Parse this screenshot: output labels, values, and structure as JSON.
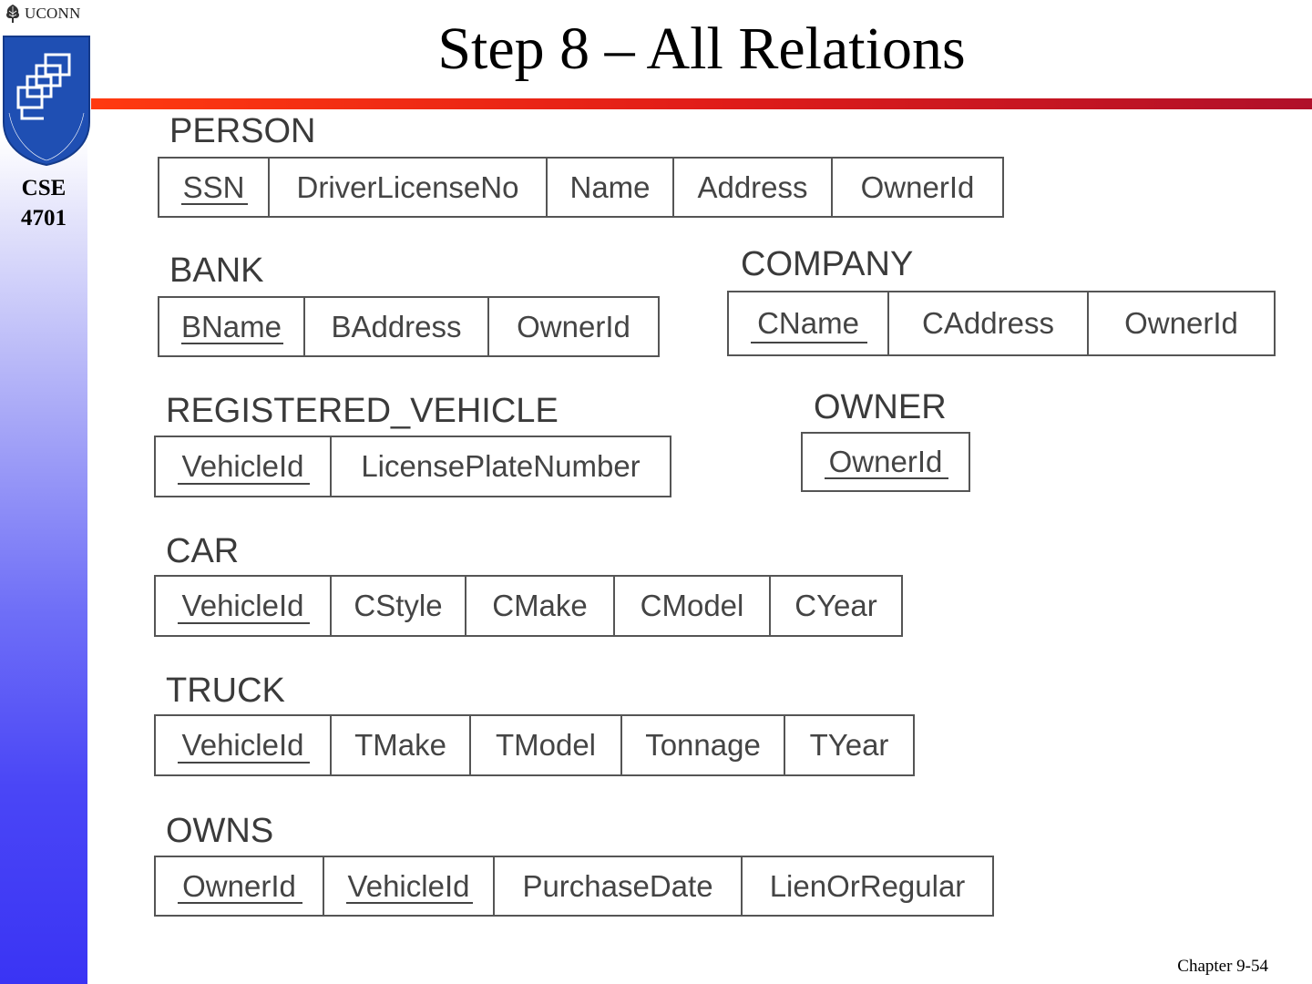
{
  "sidebar": {
    "uconn": "UCONN",
    "course_line1": "CSE",
    "course_line2": "4701"
  },
  "slide": {
    "title": "Step 8 – All Relations",
    "footer": "Chapter 9-54"
  },
  "colors": {
    "title_rule_start": "#ff3a10",
    "title_rule_end": "#b0102a",
    "sidebar_bottom": "#3a34f4"
  },
  "relations": {
    "person": {
      "name": "PERSON",
      "attributes": [
        {
          "label": "SSN",
          "pk": true
        },
        {
          "label": "DriverLicenseNo",
          "pk": false
        },
        {
          "label": "Name",
          "pk": false
        },
        {
          "label": "Address",
          "pk": false
        },
        {
          "label": "OwnerId",
          "pk": false
        }
      ]
    },
    "bank": {
      "name": "BANK",
      "attributes": [
        {
          "label": "BName",
          "pk": true
        },
        {
          "label": "BAddress",
          "pk": false
        },
        {
          "label": "OwnerId",
          "pk": false
        }
      ]
    },
    "company": {
      "name": "COMPANY",
      "attributes": [
        {
          "label": "CName",
          "pk": true
        },
        {
          "label": "CAddress",
          "pk": false
        },
        {
          "label": "OwnerId",
          "pk": false
        }
      ]
    },
    "registered_vehicle": {
      "name": "REGISTERED_VEHICLE",
      "attributes": [
        {
          "label": "VehicleId",
          "pk": true
        },
        {
          "label": "LicensePlateNumber",
          "pk": false
        }
      ]
    },
    "owner": {
      "name": "OWNER",
      "attributes": [
        {
          "label": "OwnerId",
          "pk": true
        }
      ]
    },
    "car": {
      "name": "CAR",
      "attributes": [
        {
          "label": "VehicleId",
          "pk": true
        },
        {
          "label": "CStyle",
          "pk": false
        },
        {
          "label": "CMake",
          "pk": false
        },
        {
          "label": "CModel",
          "pk": false
        },
        {
          "label": "CYear",
          "pk": false
        }
      ]
    },
    "truck": {
      "name": "TRUCK",
      "attributes": [
        {
          "label": "VehicleId",
          "pk": true
        },
        {
          "label": "TMake",
          "pk": false
        },
        {
          "label": "TModel",
          "pk": false
        },
        {
          "label": "Tonnage",
          "pk": false
        },
        {
          "label": "TYear",
          "pk": false
        }
      ]
    },
    "owns": {
      "name": "OWNS",
      "attributes": [
        {
          "label": "OwnerId",
          "pk": true
        },
        {
          "label": "VehicleId",
          "pk": true
        },
        {
          "label": "PurchaseDate",
          "pk": false
        },
        {
          "label": "LienOrRegular",
          "pk": false
        }
      ]
    }
  }
}
